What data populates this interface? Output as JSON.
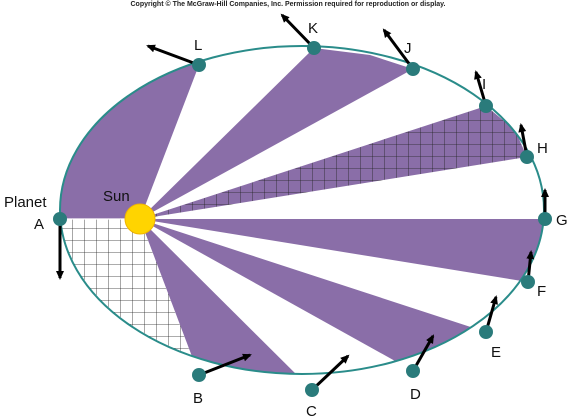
{
  "copyright": "Copyright © The McGraw-Hill Companies, Inc. Permission required for reproduction or display.",
  "labels": {
    "planet": "Planet",
    "sun": "Sun",
    "points": [
      "A",
      "B",
      "C",
      "D",
      "E",
      "F",
      "G",
      "H",
      "I",
      "J",
      "K",
      "L"
    ]
  },
  "colors": {
    "orbit": "#2a8c8a",
    "sector_fill": "#8a6ea8",
    "planet_dot": "#2a7b7b",
    "sun_fill": "#ffd400",
    "grid_line": "#222222",
    "arrow": "#000000"
  }
}
